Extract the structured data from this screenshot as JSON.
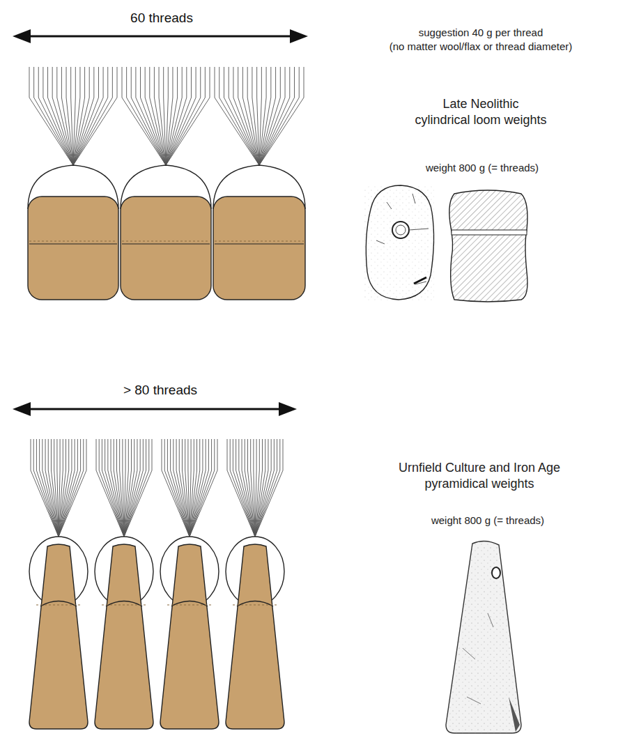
{
  "diagram": {
    "labels": [
      "60 threads",
      "suggestion 40 g per thread",
      "(no matter wool/flax or thread diameter)",
      "Late Neolithic cylindrical loom weights",
      "weight 800 g (= threads)",
      "> 80 threads",
      "Urnfield Culture and Iron Age pyramidical weights",
      "weight 800 g (= threads)"
    ]
  }
}
